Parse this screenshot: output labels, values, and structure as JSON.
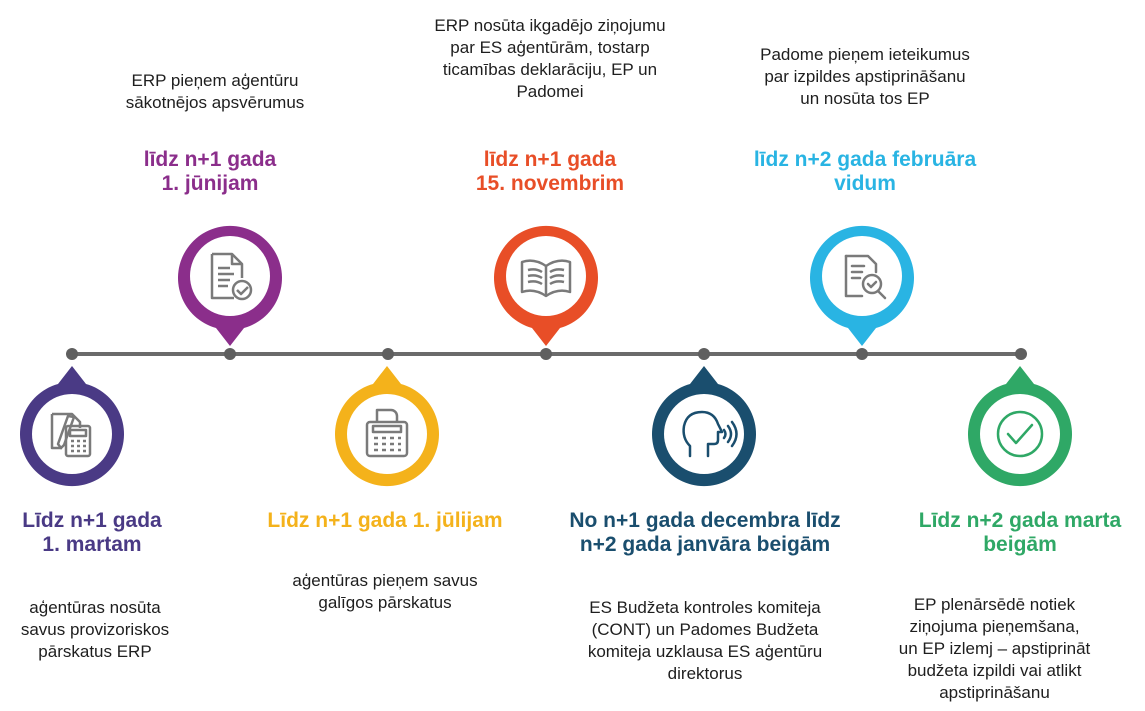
{
  "colors": {
    "purple_dark": "#4a3a85",
    "magenta": "#8b2e8b",
    "yellow": "#f4b21b",
    "red": "#e84e27",
    "teal": "#1a4e6e",
    "cyan": "#29b4e3",
    "green": "#2fa866",
    "line": "#6b6b6b",
    "icon_stroke": "#7a7a7a"
  },
  "milestones": [
    {
      "heading": "Līdz n+1 gada 1. martam",
      "heading_lines": [
        "Līdz n+1 gada",
        "1. martam"
      ],
      "description_lines": [
        "aģentūras nosūta",
        "savus provizoriskos",
        "pārskatus ERP"
      ],
      "icon": "calculator-document-icon",
      "color": "#4a3a85",
      "position": "below"
    },
    {
      "heading": "līdz n+1 gada 1. jūnijam",
      "heading_lines": [
        "līdz n+1 gada",
        "1. jūnijam"
      ],
      "description_lines": [
        "ERP pieņem aģentūru",
        "sākotnējos apsvērumus"
      ],
      "icon": "approved-document-icon",
      "color": "#8b2e8b",
      "position": "above"
    },
    {
      "heading": "Līdz n+1 gada 1. jūlijam",
      "heading_lines": [
        "Līdz n+1 gada 1. jūlijam"
      ],
      "description_lines": [
        "aģentūras pieņem savus",
        "galīgos pārskatus"
      ],
      "icon": "adding-machine-icon",
      "color": "#f4b21b",
      "position": "below"
    },
    {
      "heading": "līdz n+1 gada 15. novembrim",
      "heading_lines": [
        "līdz n+1 gada",
        "15. novembrim"
      ],
      "description_lines": [
        "ERP nosūta ikgadējo ziņojumu",
        "par ES aģentūrām, tostarp",
        "ticamības deklarāciju, EP un",
        "Padomei"
      ],
      "icon": "open-book-icon",
      "color": "#e84e27",
      "position": "above"
    },
    {
      "heading": "No n+1 gada decembra līdz n+2 gada janvāra beigām",
      "heading_lines": [
        "No n+1 gada decembra līdz",
        "n+2 gada janvāra beigām"
      ],
      "description_lines": [
        "ES Budžeta kontroles komiteja",
        "(CONT) un Padomes Budžeta",
        "komiteja uzklausa ES aģentūru",
        "direktorus"
      ],
      "icon": "speaking-head-icon",
      "color": "#1a4e6e",
      "position": "below"
    },
    {
      "heading": "līdz n+2 gada februāra vidum",
      "heading_lines": [
        "līdz n+2 gada februāra",
        "vidum"
      ],
      "description_lines": [
        "Padome pieņem ieteikumus",
        "par izpildes apstiprināšanu",
        "un nosūta tos EP"
      ],
      "icon": "document-magnifier-icon",
      "color": "#29b4e3",
      "position": "above"
    },
    {
      "heading": "Līdz n+2 gada marta beigām",
      "heading_lines": [
        "Līdz n+2 gada marta",
        "beigām"
      ],
      "description_lines": [
        "EP plenārsēdē notiek",
        "ziņojuma pieņemšana,",
        "un EP izlemj – apstiprināt",
        "budžeta izpildi vai atlikt",
        "apstiprināšanu"
      ],
      "icon": "checkmark-circle-icon",
      "color": "#2fa866",
      "position": "below"
    }
  ]
}
